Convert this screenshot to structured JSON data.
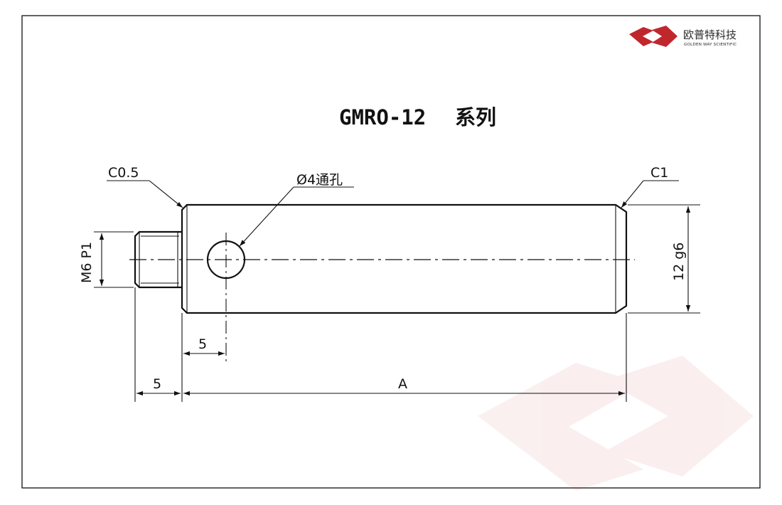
{
  "logo": {
    "name_cn": "欧普特科技",
    "name_en": "GOLDEN WAY SCIENTIFIC",
    "color": "#c0272d"
  },
  "drawing": {
    "title_model": "GMRO-12",
    "title_series": "系列",
    "labels": {
      "chamfer_left": "C0.5",
      "through_hole": "Ø4通孔",
      "chamfer_right": "C1",
      "thread": "M6 P1",
      "diameter": "12 g6",
      "hole_offset": "5",
      "thread_length": "5",
      "body_length": "A"
    }
  }
}
